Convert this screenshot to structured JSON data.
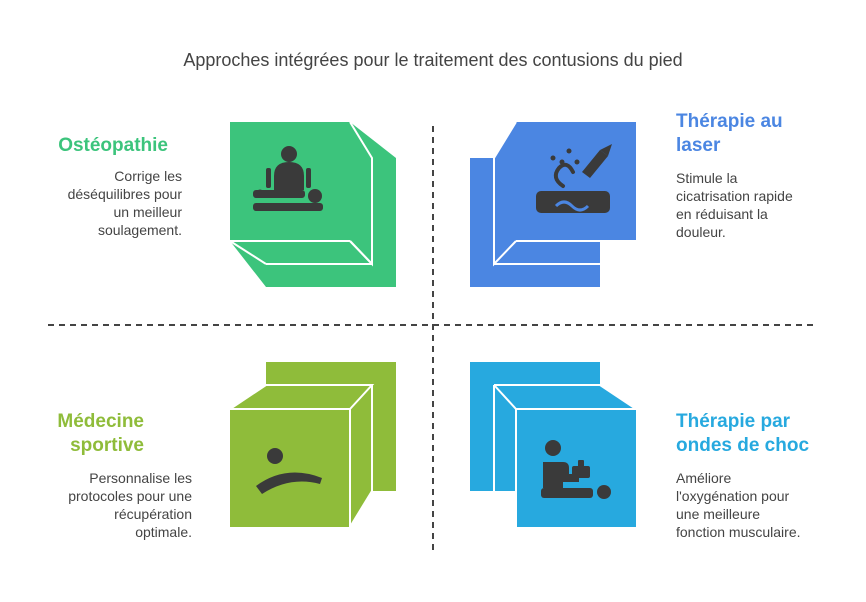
{
  "title": "Approches intégrées pour le traitement des contusions du pied",
  "colors": {
    "green": "#3cc47c",
    "blue": "#4b86e2",
    "lime": "#8fbc3a",
    "cyan": "#27a9df",
    "icon": "#3a3a3a",
    "divider": "#444444"
  },
  "quadrants": [
    {
      "id": "osteopathie",
      "title_lines": [
        "Ostéopathie"
      ],
      "desc_lines": [
        "Corrige les",
        "déséquilibres pour",
        "un meilleur",
        "soulagement."
      ],
      "color": "#3cc47c",
      "icon": "osteopathy-massage-icon"
    },
    {
      "id": "laser",
      "title_lines": [
        "Thérapie au",
        "laser"
      ],
      "desc_lines": [
        "Stimule la",
        "cicatrisation rapide",
        "en réduisant la",
        "douleur."
      ],
      "color": "#4b86e2",
      "icon": "laser-pen-icon"
    },
    {
      "id": "medecine",
      "title_lines": [
        "Médecine",
        "sportive"
      ],
      "desc_lines": [
        "Personnalise les",
        "protocoles pour une",
        "récupération",
        "optimale."
      ],
      "color": "#8fbc3a",
      "icon": "stretching-person-icon"
    },
    {
      "id": "ondes",
      "title_lines": [
        "Thérapie par",
        "ondes de choc"
      ],
      "desc_lines": [
        "Améliore",
        "l'oxygénation pour",
        "une meilleure",
        "fonction musculaire."
      ],
      "color": "#27a9df",
      "icon": "shockwave-therapy-icon"
    }
  ]
}
